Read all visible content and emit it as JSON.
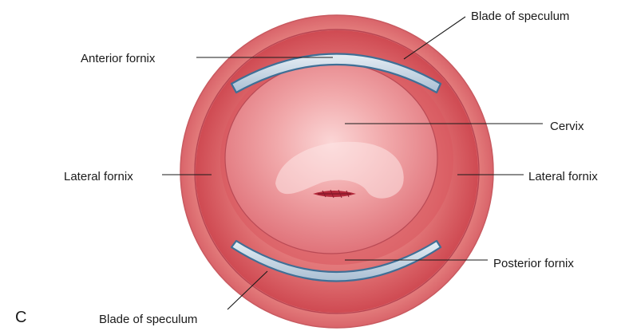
{
  "figure_letter": "C",
  "labels": {
    "blade_top": "Blade of speculum",
    "anterior_fornix": "Anterior fornix",
    "cervix": "Cervix",
    "lateral_fornix_left": "Lateral fornix",
    "lateral_fornix_right": "Lateral fornix",
    "posterior_fornix": "Posterior fornix",
    "blade_bottom": "Blade of speculum"
  },
  "colors": {
    "outer_wall": "#e27a78",
    "vaginal_wall": "#d9555c",
    "cervix": "#f0a4a6",
    "cervix_highlight": "#fbe0e0",
    "os": "#b3283a",
    "blade_fill": "#c4d4e2",
    "blade_edge": "#3f6f96"
  }
}
